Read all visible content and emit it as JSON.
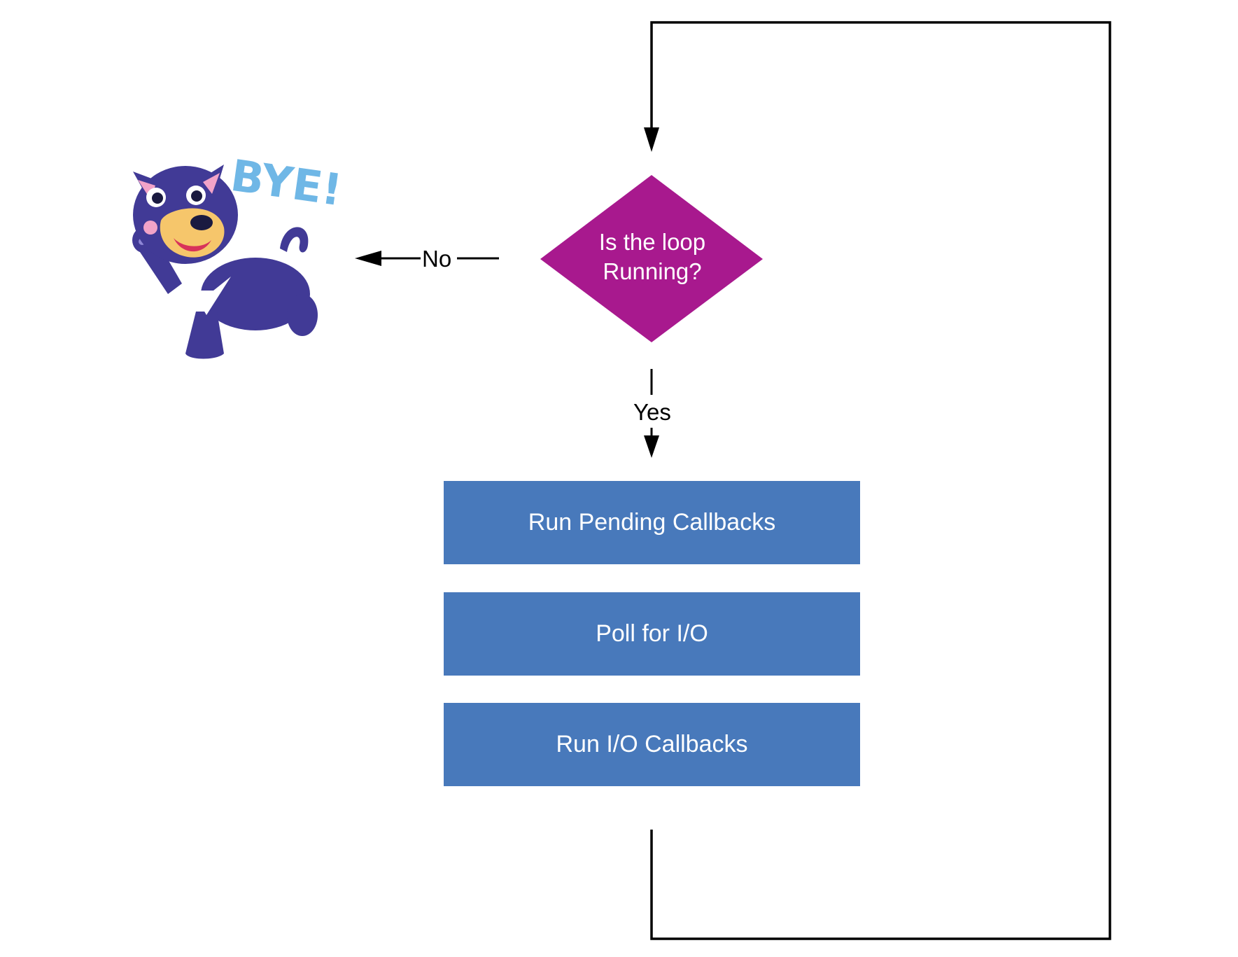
{
  "decision": {
    "line1": "Is the loop",
    "line2": "Running?",
    "color": "#A8198E"
  },
  "edges": {
    "no_label": "No",
    "yes_label": "Yes"
  },
  "steps": [
    {
      "label": "Run Pending Callbacks"
    },
    {
      "label": "Poll for I/O"
    },
    {
      "label": "Run I/O Callbacks"
    }
  ],
  "step_color": "#4879BB",
  "mascot": {
    "icon": "waving-dog-icon",
    "caption": "BYE!",
    "body_color": "#413A96",
    "caption_color": "#6FB7E6"
  }
}
